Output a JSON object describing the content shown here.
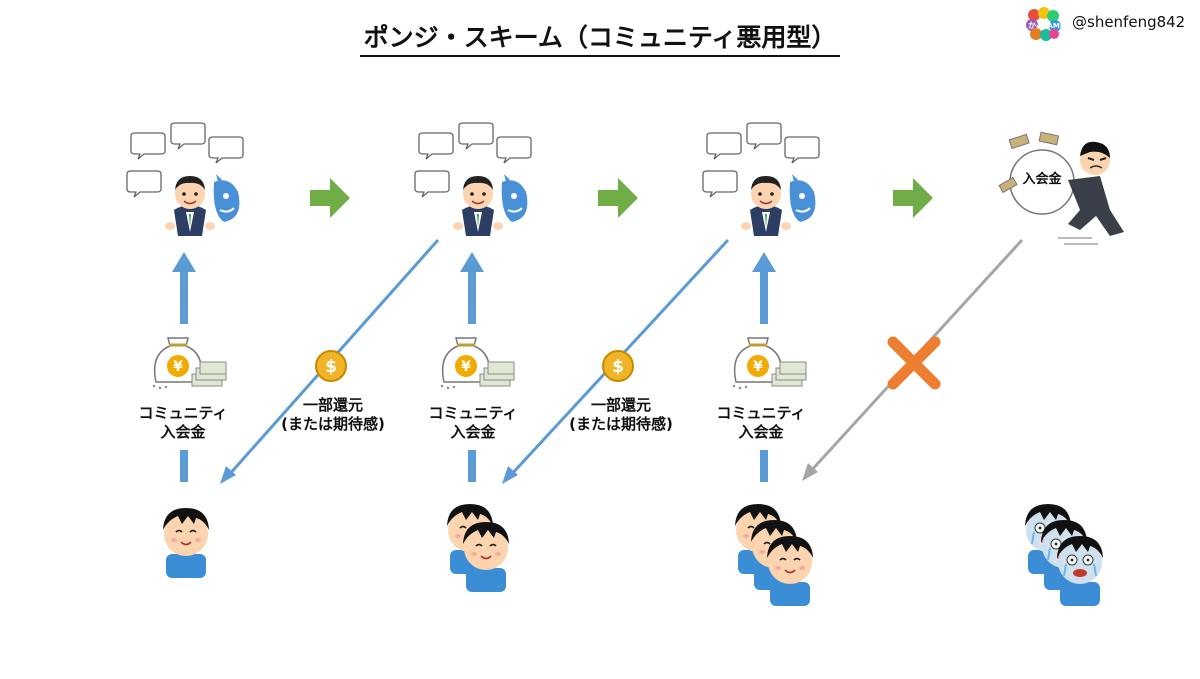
{
  "title": "ポンジ・スキーム（コミュニティ悪用型）",
  "author_handle": "@shenfeng842",
  "logo": {
    "text_top": "かみ",
    "text_bottom": "KAMI"
  },
  "entry_fee_label": [
    "コミュニティ",
    "入会金"
  ],
  "return_label": [
    "一部還元",
    "(または期待感)"
  ],
  "escape_bag_label": "入会金",
  "stages": [
    {
      "stage": 1,
      "members": 1,
      "return_paid": false
    },
    {
      "stage": 2,
      "members": 2,
      "return_paid": true
    },
    {
      "stage": 3,
      "members": 3,
      "return_paid": true
    },
    {
      "stage": 4,
      "members": 3,
      "return_paid": false,
      "collapsed": true
    }
  ],
  "icons": {
    "promoter": "smiling-man-with-demon-shadow-icon",
    "speech": "speech-bubble-icon",
    "money_bag": "yen-money-bag-icon",
    "coin": "dollar-coin-icon",
    "member": "smiling-member-icon",
    "crying_member": "crying-member-icon",
    "runaway": "runaway-man-with-money-bag-icon",
    "step_arrow": "green-right-arrow-icon",
    "cancel": "orange-cross-icon"
  },
  "colors": {
    "flow_blue": "#5b9bd5",
    "stop_gray": "#a6a6a6",
    "step_green": "#70ad47",
    "cross_orange": "#ed7d31",
    "coin_gold": "#f0b429"
  }
}
